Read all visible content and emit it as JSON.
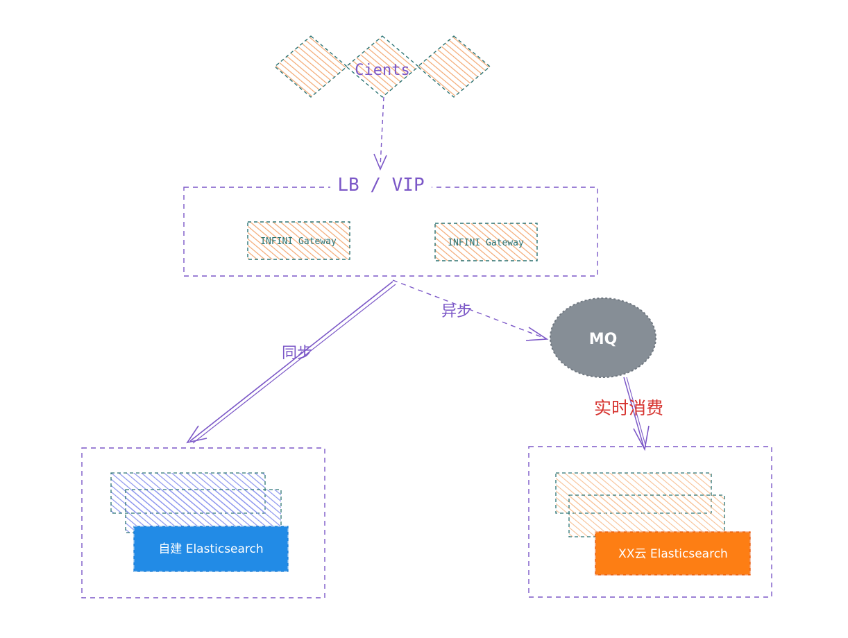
{
  "clients": {
    "label": "Cients"
  },
  "lb": {
    "label": "LB / VIP"
  },
  "gateways": [
    {
      "label": "INFINI Gateway"
    },
    {
      "label": "INFINI Gateway"
    }
  ],
  "edges": {
    "sync": {
      "label": "同步"
    },
    "async": {
      "label": "异步"
    },
    "consume": {
      "label": "实时消费"
    }
  },
  "mq": {
    "label": "MQ"
  },
  "es_self": {
    "label": "自建 Elasticsearch"
  },
  "es_cloud": {
    "label": "XX云 Elasticsearch"
  },
  "colors": {
    "purple": "#7b57c7",
    "teal": "#2b7373",
    "orange_hatch": "#f5b98b",
    "blue_hatch": "#8c96ef",
    "es_blue": "#228be6",
    "es_orange": "#fd7e14",
    "mq_gray": "#868e96",
    "red_text": "#d6332f"
  }
}
